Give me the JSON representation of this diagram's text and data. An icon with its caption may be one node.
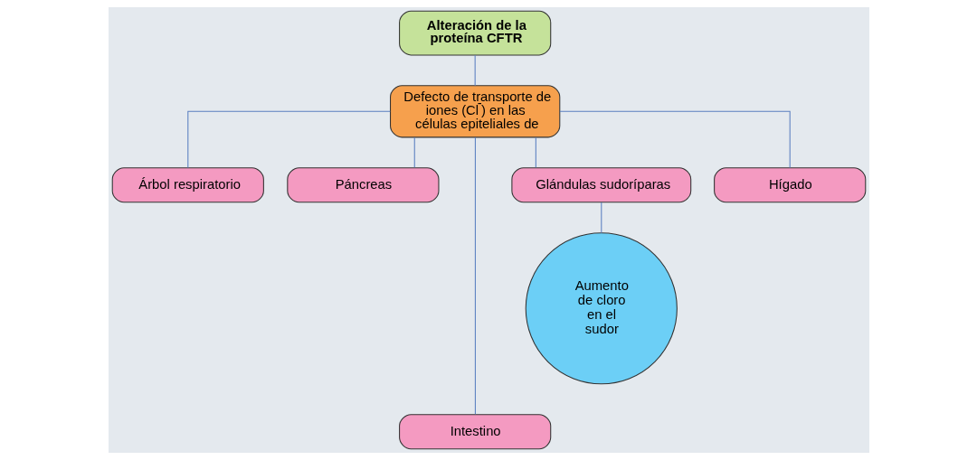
{
  "diagram": {
    "nodes": [
      {
        "text": [
          "Alteración de la proteína CFTR"
        ]
      },
      {
        "text": [
          "Defecto de transporte de iones (Cl$^{-}$) en las células epiteliales de"
        ]
      },
      {
        "text": [
          "Árbol respiratorio"
        ]
      },
      {
        "text": [
          "Páncreas"
        ]
      },
      {
        "text": [
          "Intestino"
        ]
      },
      {
        "text": [
          "Glándulas sudoríparas"
        ]
      },
      {
        "text": [
          "Hígado"
        ]
      },
      {
        "text": [
          "Aumento de cloro en el sudor"
        ]
      }
    ],
    "edges": [
      {
        "from": 0,
        "to": 1,
        "arrow": "none"
      },
      {
        "from": 1,
        "to": 2,
        "arrow": "none"
      },
      {
        "from": 1,
        "to": 3,
        "arrow": "none"
      },
      {
        "from": 1,
        "to": 4,
        "arrow": "none"
      },
      {
        "from": 1,
        "to": 5,
        "arrow": "none"
      },
      {
        "from": 1,
        "to": 6,
        "arrow": "none"
      },
      {
        "from": 5,
        "to": 7,
        "arrow": "none"
      }
    ]
  }
}
